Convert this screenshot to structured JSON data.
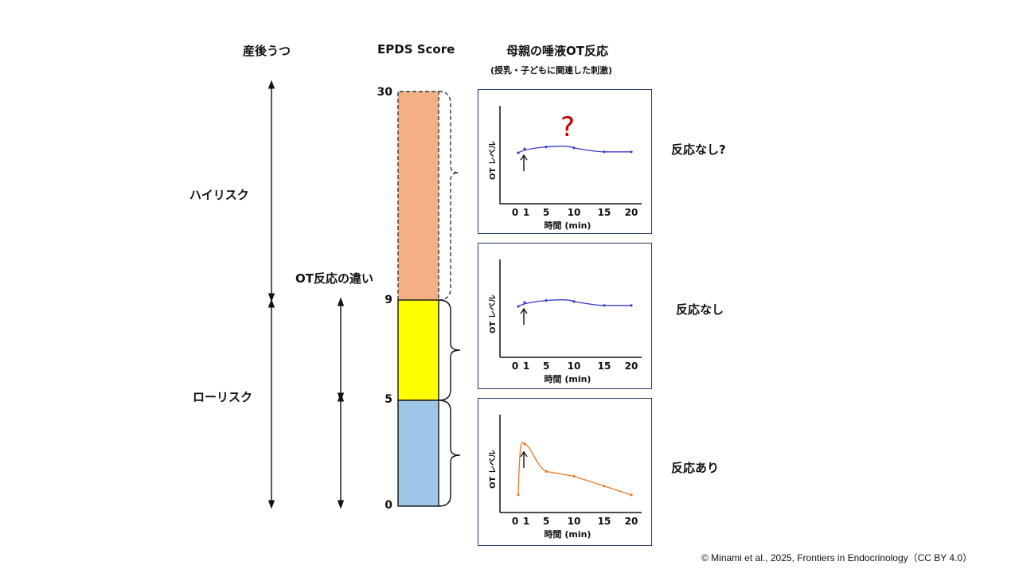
{
  "headers": {
    "ppd": "産後うつ",
    "epds": "EPDS Score",
    "ot_title": "母親の唾液OT反応",
    "ot_sub": "(授乳・子どもに関連した刺激)"
  },
  "risk": {
    "high": "ハイリスク",
    "low": "ローリスク",
    "ot_diff": "OT反応の違い"
  },
  "scale": {
    "ticks": [
      "30",
      "9",
      "5",
      "0"
    ],
    "segments": [
      {
        "from": 9,
        "to": 30,
        "color": "#f2b084"
      },
      {
        "from": 5,
        "to": 9,
        "color": "#ffff00"
      },
      {
        "from": 0,
        "to": 5,
        "color": "#9fc5e8"
      }
    ]
  },
  "charts": [
    {
      "ylabel": "OT レベル",
      "xlabel": "時間 (min)",
      "xticks": [
        "0",
        "1",
        "5",
        "10",
        "15",
        "20"
      ],
      "color": "#3b3bcc",
      "question": "?",
      "response": "反応なし?"
    },
    {
      "ylabel": "OT レベル",
      "xlabel": "時間 (min)",
      "xticks": [
        "0",
        "1",
        "5",
        "10",
        "15",
        "20"
      ],
      "color": "#3b3bcc",
      "question": "",
      "response": "反応なし"
    },
    {
      "ylabel": "OT レベル",
      "xlabel": "時間 (min)",
      "xticks": [
        "0",
        "1",
        "5",
        "10",
        "15",
        "20"
      ],
      "color": "#ee7722",
      "question": "",
      "response": "反応あり"
    }
  ],
  "copyright": "© Minami et al., 2025, Frontiers in Endocrinology（CC BY 4.0）"
}
